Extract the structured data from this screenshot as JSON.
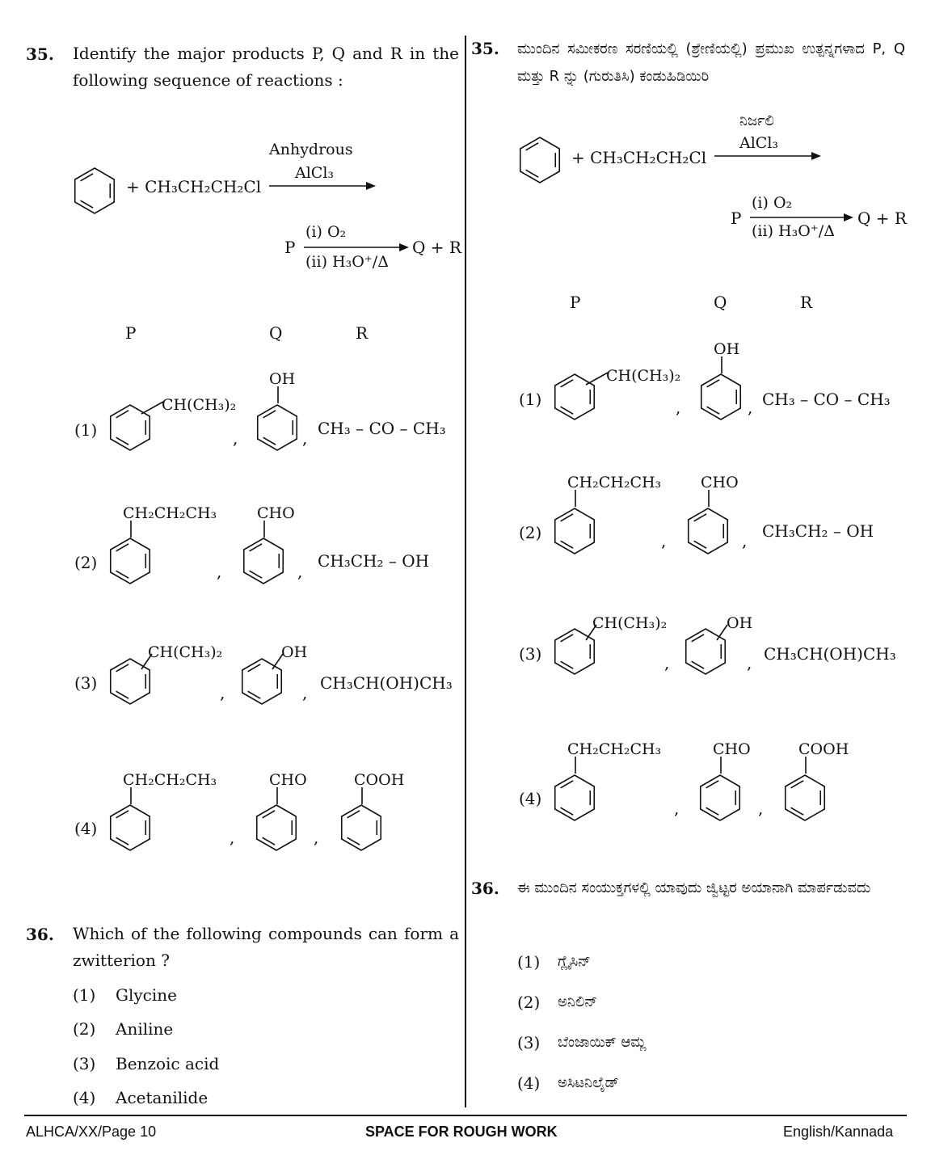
{
  "left": {
    "q35": {
      "number": "35.",
      "text": "Identify the major products P, Q and R in the following sequence of reactions :",
      "reagent": "+ CH₃CH₂CH₂Cl",
      "cond_top": "Anhydrous",
      "cond_bottom": "AlCl₃",
      "p_label": "P",
      "step_top": "(i) O₂",
      "step_bottom": "(ii) H₃O⁺/Δ",
      "products": "Q + R",
      "header_p": "P",
      "header_q": "Q",
      "header_r": "R",
      "options": [
        {
          "num": "(1)",
          "sub1": "CH(CH₃)₂",
          "sub2": "OH",
          "r": "CH₃ – CO – CH₃"
        },
        {
          "num": "(2)",
          "sub1": "CH₂CH₂CH₃",
          "sub2": "CHO",
          "r": "CH₃CH₂ – OH"
        },
        {
          "num": "(3)",
          "sub1": "CH(CH₃)₂",
          "sub2": "OH",
          "r": "CH₃CH(OH)CH₃"
        },
        {
          "num": "(4)",
          "sub1": "CH₂CH₂CH₃",
          "sub2": "CHO",
          "sub3": "COOH"
        }
      ]
    },
    "q36": {
      "number": "36.",
      "text": "Which of the following compounds can form a zwitterion ?",
      "options": [
        {
          "num": "(1)",
          "label": "Glycine"
        },
        {
          "num": "(2)",
          "label": "Aniline"
        },
        {
          "num": "(3)",
          "label": "Benzoic acid"
        },
        {
          "num": "(4)",
          "label": "Acetanilide"
        }
      ]
    }
  },
  "right": {
    "q35": {
      "number": "35.",
      "text": "ಮುಂದಿನ ಸಮೀಕರಣ ಸರಣಿಯಲ್ಲಿ (ಶ್ರೇಣಿಯಲ್ಲಿ) ಪ್ರಮುಖ ಉತ್ಪನ್ನಗಳಾದ P, Q ಮತ್ತು R ನ್ನು (ಗುರುತಿಸಿ) ಕಂಡುಹಿಡಿಯಿರಿ",
      "reagent": "+ CH₃CH₂CH₂Cl",
      "cond_top": "ನಿರ್ಜಲಿ",
      "cond_bottom": "AlCl₃",
      "p_label": "P",
      "step_top": "(i) O₂",
      "step_bottom": "(ii) H₃O⁺/Δ",
      "products": "Q + R",
      "header_p": "P",
      "header_q": "Q",
      "header_r": "R",
      "options": [
        {
          "num": "(1)",
          "sub1": "CH(CH₃)₂",
          "sub2": "OH",
          "r": "CH₃ – CO – CH₃"
        },
        {
          "num": "(2)",
          "sub1": "CH₂CH₂CH₃",
          "sub2": "CHO",
          "r": "CH₃CH₂ – OH"
        },
        {
          "num": "(3)",
          "sub1": "CH(CH₃)₂",
          "sub2": "OH",
          "r": "CH₃CH(OH)CH₃"
        },
        {
          "num": "(4)",
          "sub1": "CH₂CH₂CH₃",
          "sub2": "CHO",
          "sub3": "COOH"
        }
      ]
    },
    "q36": {
      "number": "36.",
      "text": "ಈ ಮುಂದಿನ ಸಂಯುಕ್ತಗಳಲ್ಲಿ ಯಾವುದು ಜ್ವಿಟ್ಟರ ಅಯಾನಾಗಿ ಮಾರ್ಪಡುವದು",
      "options": [
        {
          "num": "(1)",
          "label": "ಗ್ಲೈಸಿನ್"
        },
        {
          "num": "(2)",
          "label": "ಅನಿಲಿನ್"
        },
        {
          "num": "(3)",
          "label": "ಬೆಂಜಾಯಿಕ್ ಆಮ್ಲ"
        },
        {
          "num": "(4)",
          "label": "ಅಸಿಟನಿಲೈಡ್"
        }
      ]
    }
  },
  "comma": ",",
  "footer": {
    "left": "ALHCA/XX/Page 10",
    "center": "SPACE FOR ROUGH WORK",
    "right": "English/Kannada"
  }
}
